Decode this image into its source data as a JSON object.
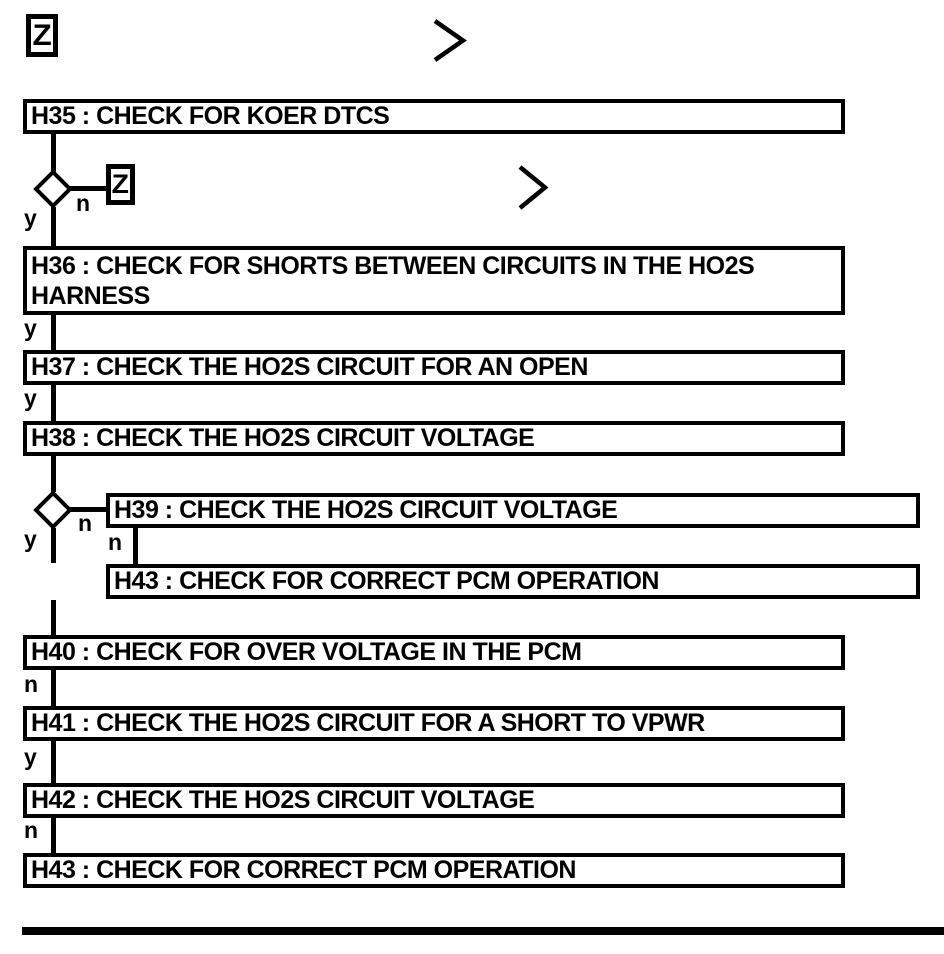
{
  "theme": {
    "ink": "#000000",
    "paper": "#ffffff"
  },
  "icons": {
    "z_connector_glyph": "Z"
  },
  "labels": {
    "yes": "y",
    "no": "n"
  },
  "steps": [
    {
      "id": "H35",
      "title": "H35 : CHECK FOR KOER DTCS"
    },
    {
      "id": "H36",
      "title": "H36 : CHECK FOR SHORTS BETWEEN CIRCUITS IN THE HO2S HARNESS"
    },
    {
      "id": "H37",
      "title": "H37 : CHECK THE HO2S CIRCUIT FOR AN OPEN"
    },
    {
      "id": "H38",
      "title": "H38 : CHECK THE HO2S CIRCUIT VOLTAGE"
    },
    {
      "id": "H39",
      "title": "H39 : CHECK THE HO2S CIRCUIT VOLTAGE"
    },
    {
      "id": "H43a",
      "title": "H43 : CHECK FOR CORRECT PCM OPERATION"
    },
    {
      "id": "H40",
      "title": "H40 : CHECK FOR OVER VOLTAGE IN THE PCM"
    },
    {
      "id": "H41",
      "title": "H41 : CHECK THE HO2S CIRCUIT FOR A SHORT TO VPWR"
    },
    {
      "id": "H42",
      "title": "H42 : CHECK THE HO2S CIRCUIT VOLTAGE"
    },
    {
      "id": "H43b",
      "title": "H43 : CHECK FOR CORRECT PCM OPERATION"
    }
  ]
}
